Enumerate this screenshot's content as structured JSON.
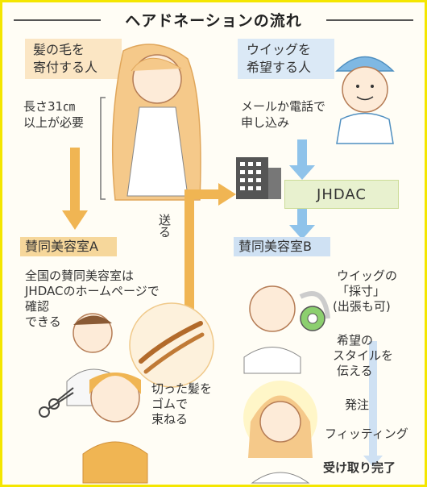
{
  "title": "ヘアドネーションの流れ",
  "donor": {
    "label": "髪の毛を 寄付する人",
    "line1": "髪の毛を",
    "line2": "寄付する人",
    "requirement_line1": "長さ31㎝",
    "requirement_line2": "以上が必要"
  },
  "recipient": {
    "line1": "ウイッグを",
    "line2": "希望する人",
    "apply_line1": "メールか電話で",
    "apply_line2": "申し込み"
  },
  "send": "送る",
  "jhdac": "JHDAC",
  "salon_a": {
    "title": "賛同美容室A",
    "info_line1": "全国の賛同美容室は",
    "info_line2": "JHDACのホームページで",
    "info_line3": "確認",
    "info_line4": "できる",
    "bundle_line1": "切った髪を",
    "bundle_line2": "ゴムで",
    "bundle_line3": "束ねる"
  },
  "salon_b": {
    "title": "賛同美容室B",
    "step1_line1": "ウイッグの",
    "step1_line2": "「採寸」",
    "step1_line3": "(出張も可)",
    "step2_line1": "希望の",
    "step2_line2": "スタイルを",
    "step2_line3": "伝える",
    "step3": "発注",
    "step4": "フィッティング",
    "step5": "受け取り完了"
  },
  "colors": {
    "orange": "#f0b553",
    "blue": "#8fc3ea",
    "green": "#e8f1cf",
    "border": "#f4e600"
  }
}
